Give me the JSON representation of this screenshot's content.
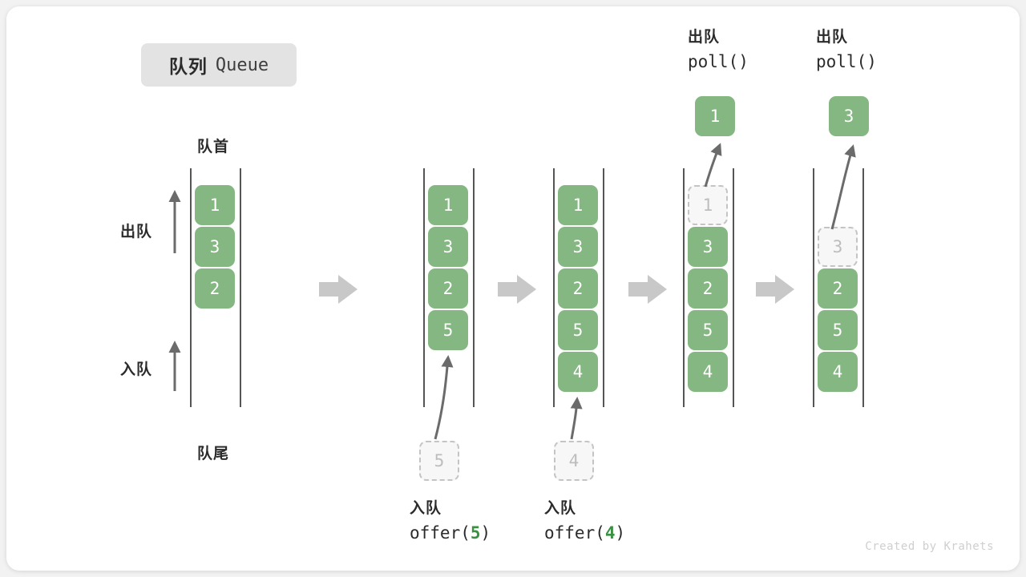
{
  "title": {
    "cn": "队列",
    "en": "Queue"
  },
  "labels": {
    "front": "队首",
    "rear": "队尾",
    "dequeue_side": "出队",
    "enqueue_side": "入队"
  },
  "credit": "Created by Krahets",
  "colors": {
    "item_fill": "#84b781",
    "item_text": "#ffffff",
    "ghost_fill": "#f7f7f7",
    "ghost_border": "#c4c4c4",
    "ghost_text": "#bdbdbd",
    "rail": "#555555",
    "arrow": "#6b6b6b",
    "step_arrow": "#c8c8c8",
    "accent_arg": "#3a9142",
    "chip_bg": "#e3e3e3",
    "card_bg": "#ffffff",
    "page_bg": "#f2f2f2"
  },
  "columns": [
    {
      "id": "initial",
      "items": [
        "1",
        "3",
        "2"
      ],
      "ghost": null,
      "caption": null,
      "header": null,
      "popped": null
    },
    {
      "id": "after-offer-5",
      "items": [
        "1",
        "3",
        "2",
        "5"
      ],
      "ghost": {
        "value": "5",
        "where": "below"
      },
      "caption": {
        "line1": "入队",
        "fn": "offer",
        "arg": "5"
      },
      "header": null,
      "popped": null
    },
    {
      "id": "after-offer-4",
      "items": [
        "1",
        "3",
        "2",
        "5",
        "4"
      ],
      "ghost": {
        "value": "4",
        "where": "below"
      },
      "caption": {
        "line1": "入队",
        "fn": "offer",
        "arg": "4"
      },
      "header": null,
      "popped": null
    },
    {
      "id": "after-poll-1",
      "items": [
        "3",
        "2",
        "5",
        "4"
      ],
      "ghost": {
        "value": "1",
        "where": "slot0"
      },
      "caption": null,
      "header": {
        "line1": "出队",
        "fn": "poll",
        "arg": ""
      },
      "popped": "1"
    },
    {
      "id": "after-poll-3",
      "items": [
        "2",
        "5",
        "4"
      ],
      "ghost": {
        "value": "3",
        "where": "slot1"
      },
      "caption": null,
      "header": {
        "line1": "出队",
        "fn": "poll",
        "arg": ""
      },
      "popped": "3"
    }
  ],
  "step_arrows": 4
}
